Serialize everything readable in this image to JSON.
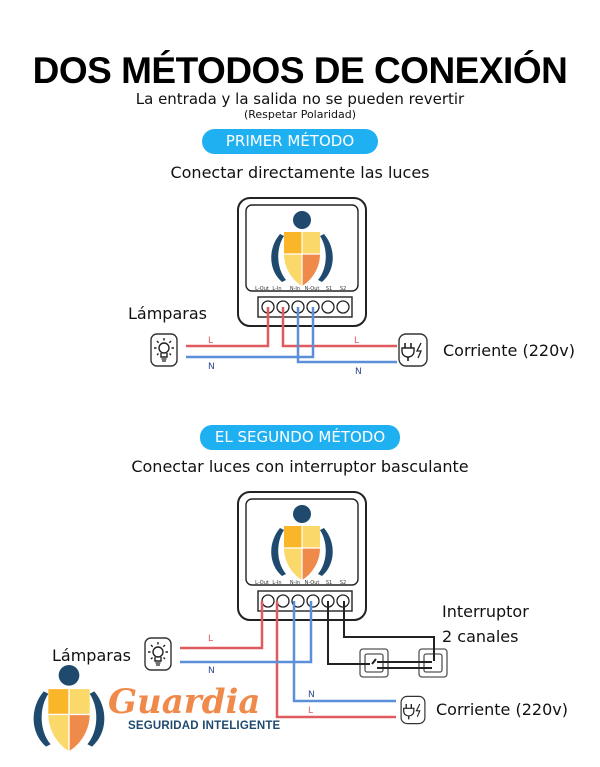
{
  "header": {
    "title": "DOS MÉTODOS DE CONEXIÓN",
    "subtitle": "La entrada y la salida no se pueden revertir",
    "note": "(Respetar Polaridad)"
  },
  "method1": {
    "badge": "PRIMER MÉTODO",
    "description": "Conectar directamente las luces",
    "lamp_label": "Lámparas",
    "power_label": "Corriente (220v)",
    "wire_labels": {
      "live": "L",
      "neutral": "N"
    }
  },
  "method2": {
    "badge": "EL SEGUNDO MÉTODO",
    "description": "Conectar luces con interruptor basculante",
    "lamp_label": "Lámparas",
    "power_label": "Corriente (220v)",
    "switch_label_line1": "Interruptor",
    "switch_label_line2": "2 canales",
    "wire_labels": {
      "live": "L",
      "neutral": "N"
    }
  },
  "device": {
    "terminals": [
      "L-Out",
      "L-In",
      "N-In",
      "N-Out",
      "S1",
      "S2"
    ]
  },
  "brand": {
    "name": "Guardia",
    "tagline": "SEGURIDAD INTELIGENTE"
  },
  "icons": {
    "lamp": "lightbulb-icon",
    "power": "plug-icon",
    "switch": "rocker-switch-icon",
    "logo": "shield-person-logo"
  },
  "colors": {
    "badge": "#1fb0f2",
    "live_wire": "#e05a5f",
    "neutral_wire": "#5b8fd9",
    "switch_wire": "#222222",
    "logo_navy": "#1f4a6e",
    "logo_yellow": "#f9c93a",
    "logo_light_yellow": "#fbd86a",
    "logo_orange": "#f08a4b",
    "brand_orange": "#f08a4b"
  }
}
